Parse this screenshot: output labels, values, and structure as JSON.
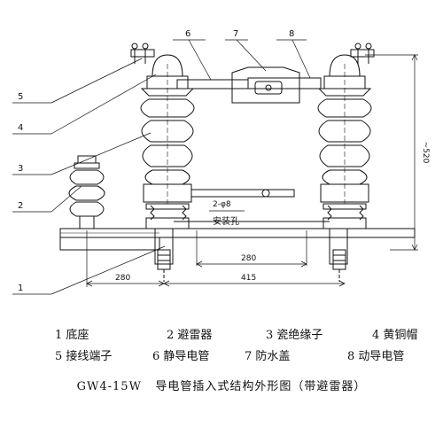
{
  "callouts": [
    "1",
    "2",
    "3",
    "4",
    "5",
    "6",
    "7",
    "8"
  ],
  "dimensions": {
    "height": "~520",
    "hole_count": "2-φ8",
    "hole_label": "安装孔",
    "inner_span": "280",
    "left_offset": "280",
    "right_span": "415"
  },
  "legend": [
    {
      "num": "1",
      "name": "底座"
    },
    {
      "num": "2",
      "name": "避雷器"
    },
    {
      "num": "3",
      "name": "瓷绝缘子"
    },
    {
      "num": "4",
      "name": "黄铜帽"
    },
    {
      "num": "5",
      "name": "接线端子"
    },
    {
      "num": "6",
      "name": "静导电管"
    },
    {
      "num": "7",
      "name": "防水盖"
    },
    {
      "num": "8",
      "name": "动导电管"
    }
  ],
  "caption": {
    "model": "GW4-15W",
    "title": "导电管插入式结构外形图（带避雷器）"
  },
  "colors": {
    "line": "#111111",
    "paper": "#ffffff"
  }
}
